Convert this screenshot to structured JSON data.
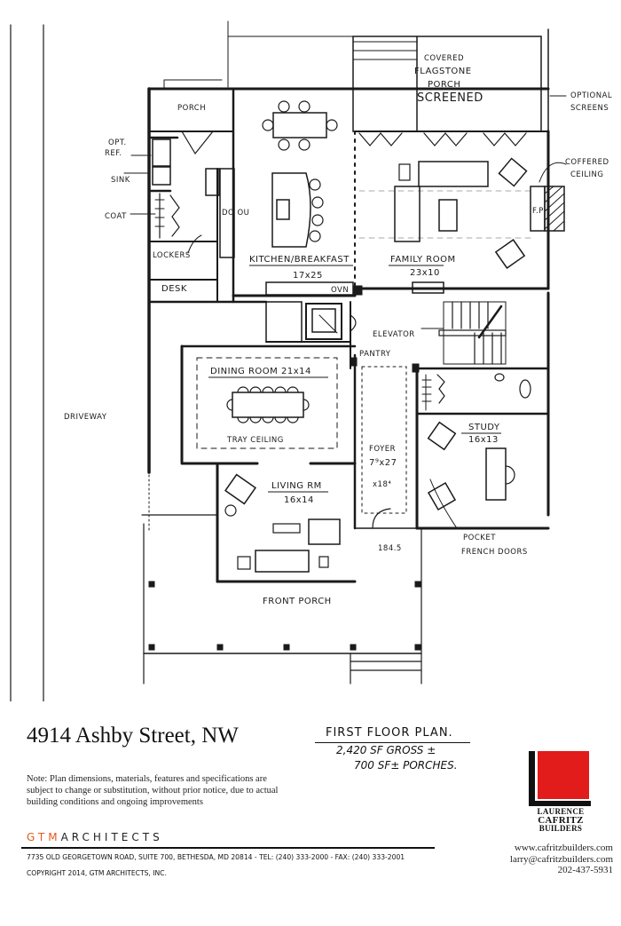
{
  "plan": {
    "labels": {
      "covered": "COVERED",
      "flagstone": "FLAGSTONE",
      "porch_top": "PORCH",
      "screened": "SCREENED",
      "optional": "OPTIONAL",
      "screens": "SCREENS",
      "coffered": "COFFERED",
      "ceiling": "CEILING",
      "fireplace": "F.P",
      "porch_side": "PORCH",
      "opt_ref_1": "OPT.",
      "opt_ref_2": "REF.",
      "sink": "SINK",
      "coat": "COAT",
      "lockers": "LOCKERS",
      "desk": "DESK",
      "double_oven": "DO OU",
      "oven": "OVN",
      "kitchen": "KITCHEN/BREAKFAST",
      "kitchen_dim": "17x25",
      "family": "FAMILY ROOM",
      "family_dim": "23x10",
      "elevator": "ELEVATOR",
      "pantry": "PANTRY",
      "dining": "DINING ROOM 21x14",
      "tray_ceiling": "TRAY CEILING",
      "driveway": "DRIVEWAY",
      "foyer": "FOYER",
      "foyer_dim1": "7⁹x27",
      "foyer_dim2": "x18⁴",
      "study": "STUDY",
      "study_dim": "16x13",
      "living": "LIVING RM",
      "living_dim": "16x14",
      "elev_mark": "184.5",
      "pocket": "POCKET",
      "french_doors": "FRENCH DOORS",
      "front_porch": "FRONT PORCH"
    }
  },
  "footer": {
    "address": "4914 Ashby Street, NW",
    "note": "Note: Plan dimensions, materials, features and specifications are subject to change or substitution, without prior notice, due to actual building conditions and ongoing improvements",
    "plan_title": "FIRST FLOOR PLAN.",
    "gross": "2,420 SF GROSS ±",
    "porches": "700 SF± PORCHES.",
    "gtm_accent": "GTM",
    "gtm_rest": "ARCHITECTS",
    "gtm_address": "7735 OLD GEORGETOWN ROAD, SUITE 700, BETHESDA, MD 20814 - TEL: (240) 333-2000 - FAX: (240) 333-2001",
    "copyright": "COPYRIGHT 2014, GTM ARCHITECTS, INC.",
    "builder_logo": [
      "LAURENCE",
      "CAFRITZ",
      "BUILDERS"
    ],
    "website": "www.cafritzbuilders.com",
    "email": "larry@cafritzbuilders.com",
    "phone": "202-437-5931"
  },
  "colors": {
    "logo_red": "#e21b1b",
    "gtm_orange": "#e05a1e",
    "ink": "#111111"
  }
}
